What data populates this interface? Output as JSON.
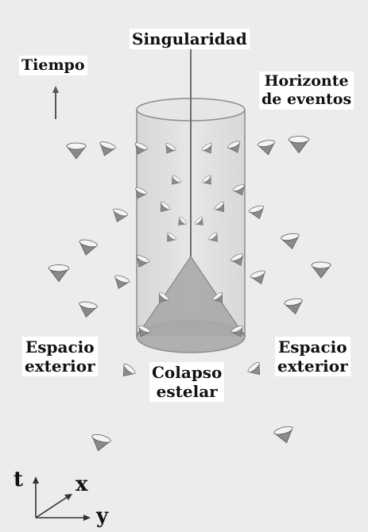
{
  "labels": {
    "singularity": "Singularidad",
    "time": "Tiempo",
    "horizon_line1": "Horizonte",
    "horizon_line2": "de eventos",
    "outer_left_line1": "Espacio",
    "outer_left_line2": "exterior",
    "outer_right_line1": "Espacio",
    "outer_right_line2": "exterior",
    "collapse_line1": "Colapso",
    "collapse_line2": "estelar",
    "axis_t": "t",
    "axis_x": "x",
    "axis_y": "y"
  },
  "colors": {
    "background": "#ececec",
    "cylinder_fill": "#d6d6d6",
    "cylinder_outline": "#8c8c8c",
    "star_cone": "#a8a8a8",
    "light_cone": "#8a8a8a",
    "singularity_line": "#6e6e6e"
  },
  "light_cone_icon": "light-cone-icon"
}
